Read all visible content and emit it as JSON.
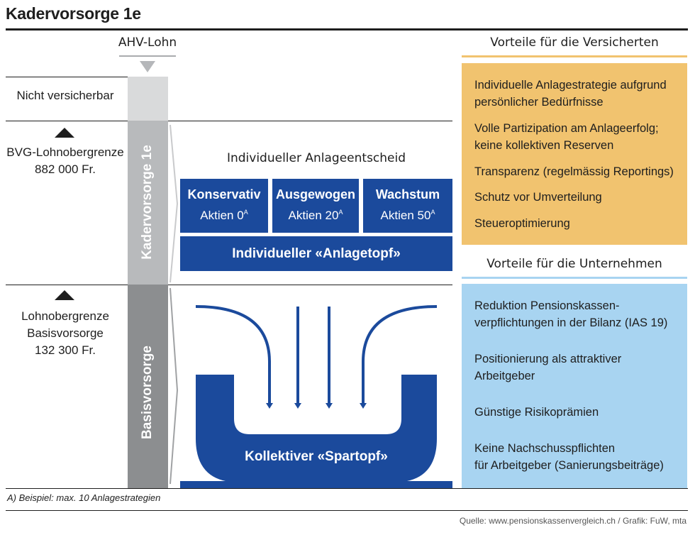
{
  "title": "Kadervorsorge 1e",
  "ahv_label": "AHV-Lohn",
  "left": {
    "not_insurable": "Nicht versicherbar",
    "bvg_limit_line1": "BVG-Lohnobergrenze",
    "bvg_limit_line2": "882 000 Fr.",
    "basic_limit_line1": "Lohnobergrenze",
    "basic_limit_line2": "Basisvorsorge",
    "basic_limit_line3": "132 300 Fr."
  },
  "columns": {
    "kader": "Kadervorsorge 1e",
    "basis": "Basisvorsorge"
  },
  "center": {
    "decision": "Individueller Anlageentscheid",
    "strategies": [
      {
        "name": "Konservativ",
        "detail": "Aktien 0",
        "note": "A"
      },
      {
        "name": "Ausgewogen",
        "detail": "Aktien 20",
        "note": "A"
      },
      {
        "name": "Wachstum",
        "detail": "Aktien 50",
        "note": "A"
      }
    ],
    "individual_pot": "Individueller «Anlagetopf»",
    "collective_pot": "Kollektiver «Spartopf»"
  },
  "right": {
    "insured_title": "Vorteile für  die Versicherten",
    "insured_items": [
      "Individuelle Anlagestrategie aufgrund",
      "persönlicher Bedürfnisse",
      "Volle Partizipation am Anlageerfolg;",
      "keine kollektiven Reserven",
      "Transparenz (regelmässig Reportings)",
      "Schutz vor Umverteilung",
      "Steueroptimierung"
    ],
    "company_title": "Vorteile für die Unternehmen",
    "company_items": [
      "Reduktion Pensionskassen-",
      "verpflichtungen  in der Bilanz (IAS 19)",
      "Positionierung als attraktiver",
      "Arbeitgeber",
      "Günstige Risikoprämien",
      "Keine Nachschusspflichten",
      "für Arbeitgeber (Sanierungsbeiträge)"
    ]
  },
  "footnote": "A) Beispiel: max. 10 Anlagestrategien",
  "source": "Quelle: www.pensionskassenvergleich.ch / Grafik: FuW, mta",
  "colors": {
    "blue": "#1b4a9c",
    "orange": "#f1c36f",
    "light_blue": "#a8d4f1",
    "gray_light": "#d9dadb",
    "gray_mid": "#b8babc",
    "gray_dark": "#8c8e90"
  }
}
